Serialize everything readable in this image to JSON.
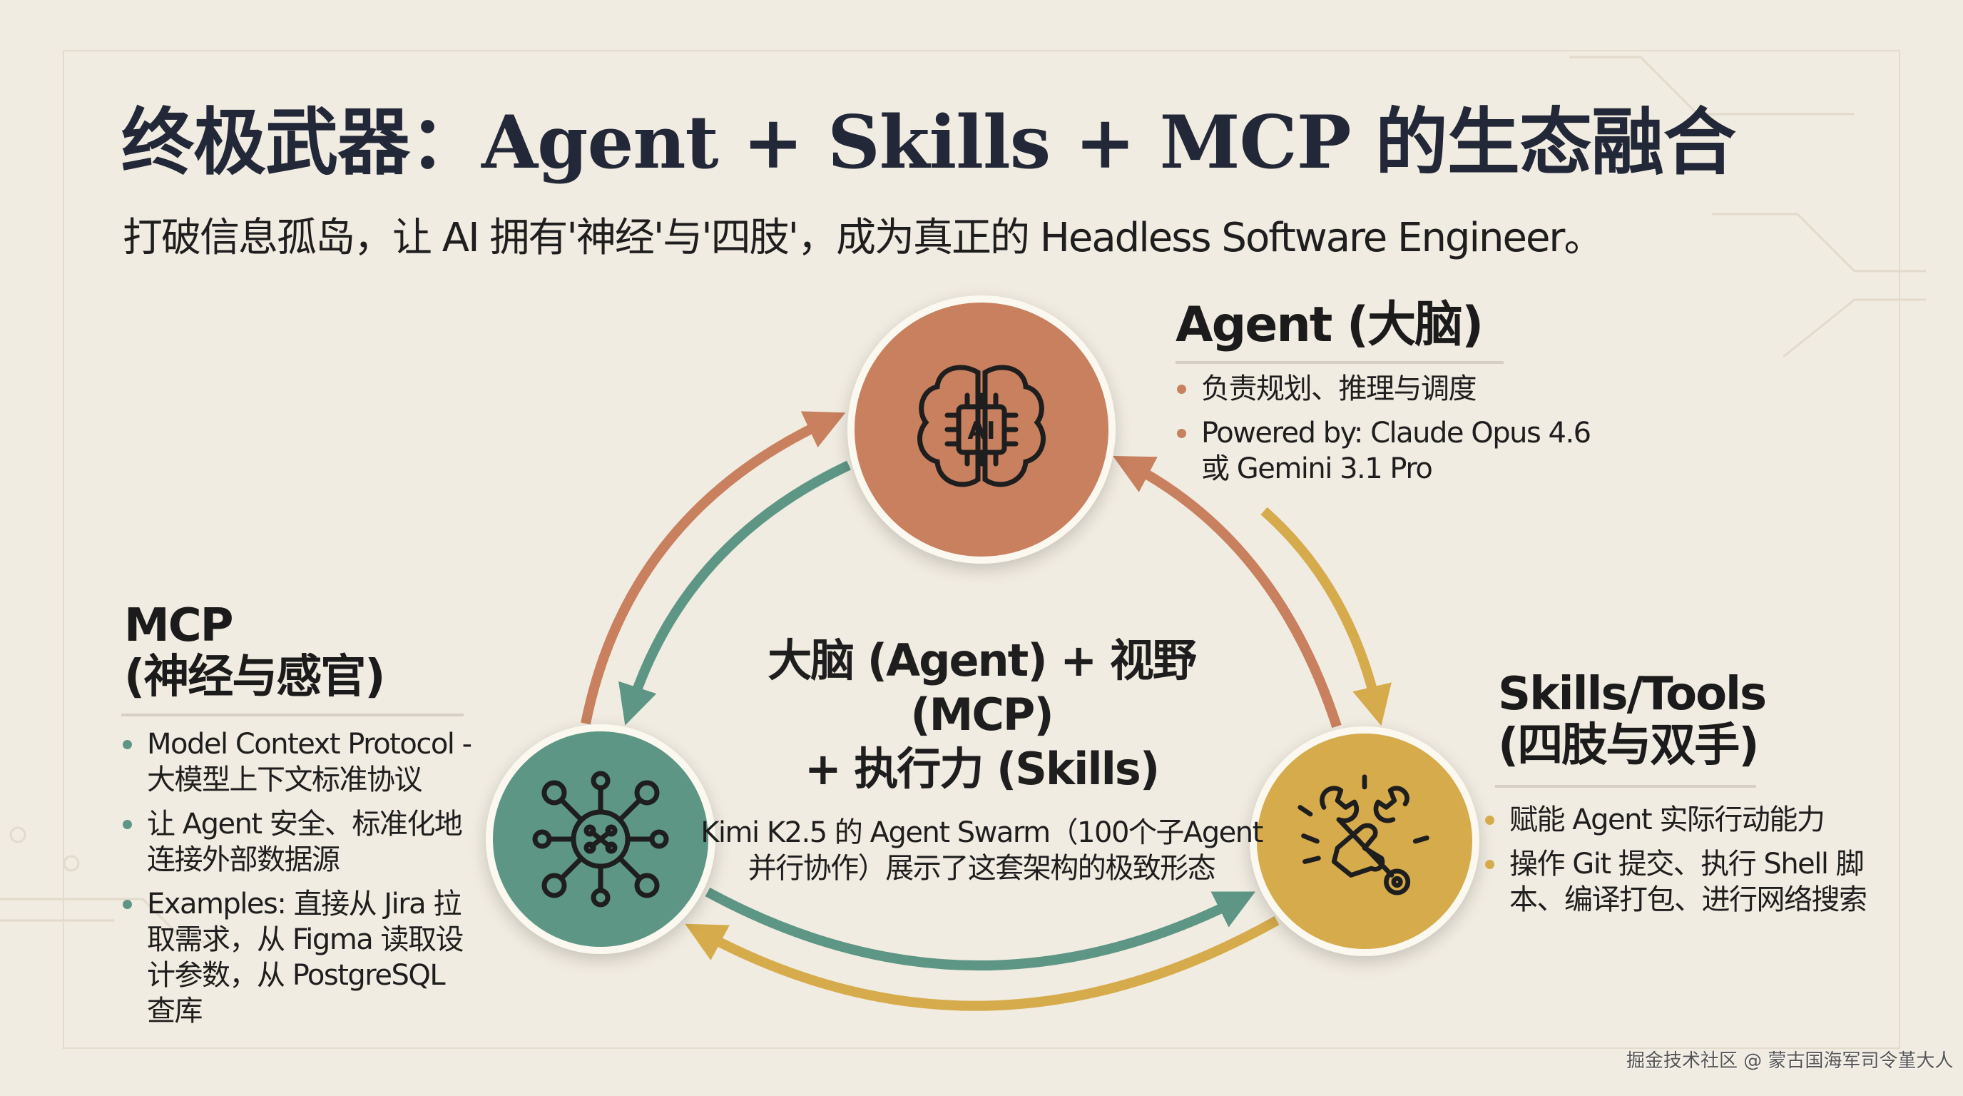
{
  "title": "终极武器：Agent + Skills + MCP 的生态融合",
  "subtitle": "打破信息孤岛，让 AI 拥有'神经'与'四肢'，成为真正的 Headless Software Engineer。",
  "colors": {
    "agent": "#c8805e",
    "mcp": "#5e9685",
    "skills": "#d6ab4c",
    "background": "#f1ece1"
  },
  "agent": {
    "icon": "brain-ai-chip-icon",
    "chip_label": "AI",
    "heading": "Agent (大脑)",
    "bullets": [
      "负责规划、推理与调度",
      "Powered by: Claude Opus 4.6 或 Gemini 3.1 Pro"
    ]
  },
  "mcp": {
    "icon": "network-nodes-icon",
    "heading_line1": "MCP",
    "heading_line2": "(神经与感官)",
    "bullets": [
      "Model Context Protocol - 大模型上下文标准协议",
      "让 Agent 安全、标准化地连接外部数据源",
      "Examples: 直接从 Jira 拉取需求，从 Figma 读取设计参数，从 PostgreSQL 查库"
    ]
  },
  "skills": {
    "icon": "hand-wrench-icon",
    "heading_line1": "Skills/Tools",
    "heading_line2": "(四肢与双手)",
    "bullets": [
      "赋能 Agent 实际行动能力",
      "操作 Git 提交、执行 Shell 脚本、编译打包、进行网络搜索"
    ]
  },
  "center": {
    "line1": "大脑 (Agent) + 视野 (MCP)",
    "line2": "+ 执行力 (Skills)",
    "description": "Kimi K2.5 的 Agent Swarm（100个子Agent 并行协作）展示了这套架构的极致形态"
  },
  "watermark": "掘金技术社区 @ 蒙古国海军司令堇大人"
}
